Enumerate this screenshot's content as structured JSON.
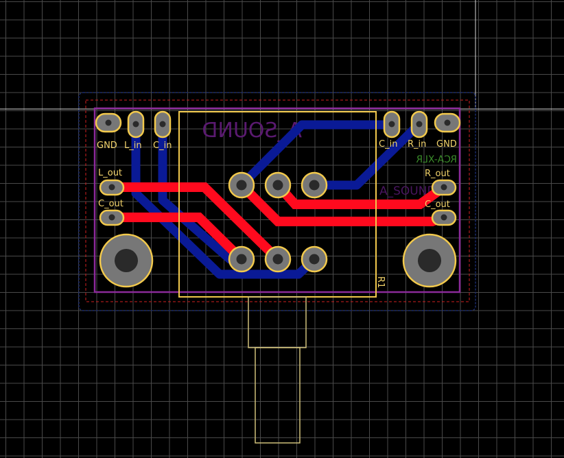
{
  "board": {
    "silk_title": "A_SOUND",
    "silk_title_small": "A_SOUND",
    "connector_ref": "RCA-XLR",
    "pot_ref": "R1"
  },
  "pads": {
    "gnd_left": "GND",
    "l_in": "L_in",
    "c_in_left": "C_in",
    "l_out": "L_out",
    "c_out_left": "C_out",
    "c_in_right": "C_in",
    "r_in": "R_in",
    "gnd_right": "GND",
    "r_out": "R_out",
    "c_out_right": "C_out"
  },
  "colors": {
    "top_copper": "#ff0a1e",
    "bottom_copper": "#0a1a96",
    "silkscreen": "#f2c94c",
    "board_outline": "#8b2a9a",
    "keepout": "#d02020",
    "background": "#000000"
  }
}
